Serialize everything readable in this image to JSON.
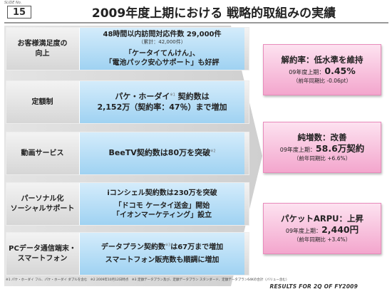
{
  "header": {
    "slide_no_label": "SLIDE No.",
    "slide_no": "15",
    "title": "2009年度上期における 戦略的取組みの実績"
  },
  "initiatives": [
    {
      "label_lines": [
        "お客様満足度の",
        "向上"
      ],
      "detail": {
        "line1": "48時間以内訪問対応件数 29,000件",
        "line1_sub": "（累計：42,000件）",
        "line2": "「ケータイてんけん」、",
        "line3": "「電池パック安心サポート」も好評"
      }
    },
    {
      "label_lines": [
        "定額制"
      ],
      "detail": {
        "line1": "パケ・ホーダイ",
        "line1_note": "※1",
        "line1_tail": " 契約数は",
        "line2": "2,152万（契約率：47％）まで増加"
      }
    },
    {
      "label_lines": [
        "動画サービス"
      ],
      "detail": {
        "line1": "BeeTV契約数は80万を突破",
        "line1_note": "※2"
      }
    },
    {
      "label_lines": [
        "パーソナル化",
        "ソーシャルサポート"
      ],
      "detail": {
        "line1": "iコンシェル契約数は230万を突破",
        "line2": "「ドコモ ケータイ送金」開始",
        "line3": "「イオンマーケティング」設立"
      }
    },
    {
      "label_lines": [
        "PCデータ通信端末・",
        "スマートフォン"
      ],
      "detail": {
        "line1": "データプラン契約数",
        "line1_note": "※3",
        "line1_tail": "は67万まで増加",
        "line2": "スマートフォン販売数も順調に増加"
      }
    }
  ],
  "results": [
    {
      "title": "解約率：低水準を維持",
      "value_prefix": "09年度上期：",
      "value": "0.45%",
      "note": "（前年同期比 -0.06pt）"
    },
    {
      "title": "純増数：改善",
      "value_prefix": "09年度上期：",
      "value": "58.6万契約",
      "note": "（前年同期比 +6.6%）"
    },
    {
      "title": "パケットARPU：上昇",
      "value_prefix": "09年度上期：",
      "value": "2,440円",
      "note": "（前年同期比 +3.4%）"
    }
  ],
  "footnote": "※1 パケ・ホーダイ フル、パケ・ホーダイ ダブルを含む　※2 2009年10月12日時点　※3 定額データプラン及び、定額データプラン スタンダード、定額データプラン64Kの合計（バリュー含む）",
  "footer": "RESULTS FOR 2Q OF FY2009",
  "colors": {
    "detail_blue": "#9fd2f2",
    "result_pink": "#f3a6cd",
    "row_gray": "#d6d6d6"
  }
}
